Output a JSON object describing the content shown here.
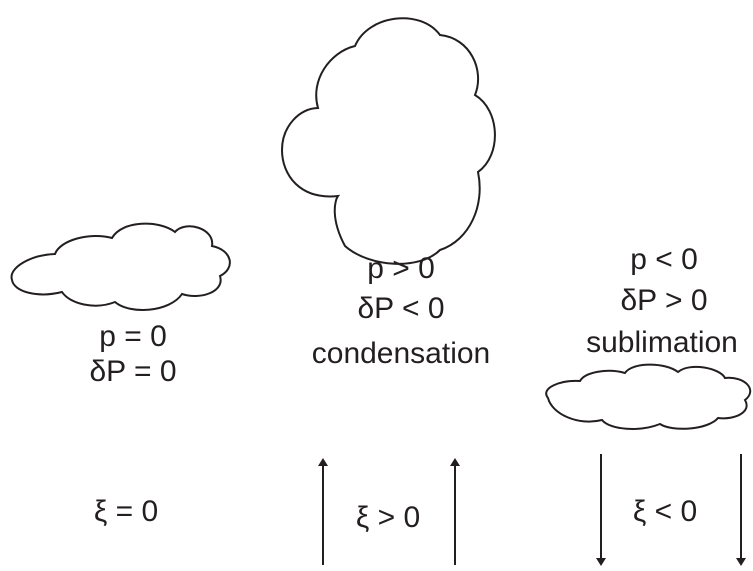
{
  "panels": [
    {
      "id": "neutral",
      "line1": "p = 0",
      "line2": "δP = 0",
      "line3": "",
      "xi": "ξ = 0",
      "arrows": "none"
    },
    {
      "id": "growth",
      "line1": "p > 0",
      "line2": "δP < 0",
      "line3": "condensation",
      "xi": "ξ > 0",
      "arrows": "up"
    },
    {
      "id": "decay",
      "line1": "p < 0",
      "line2": "δP > 0",
      "line3": "sublimation",
      "xi": "ξ < 0",
      "arrows": "down"
    }
  ],
  "colors": {
    "ink": "#231f20",
    "background": "#ffffff"
  }
}
